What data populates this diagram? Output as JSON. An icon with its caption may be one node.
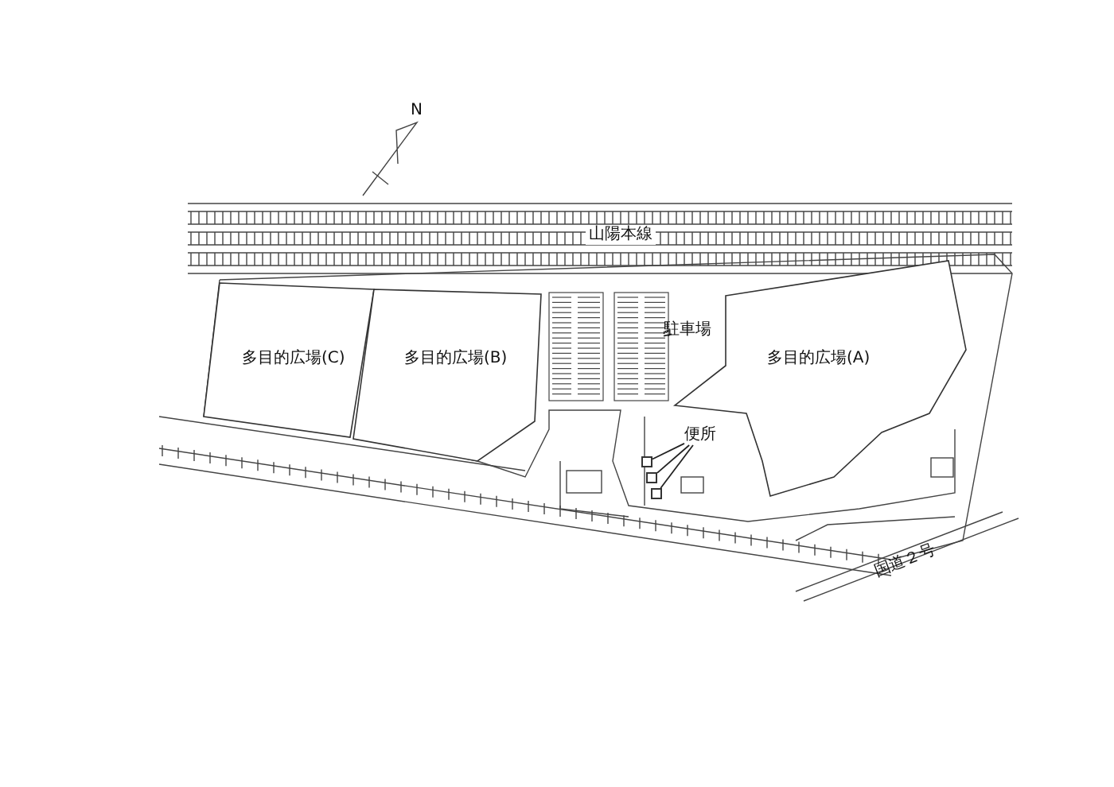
{
  "diagram": {
    "nodes": [
      {
        "text": [
          "多目的広場(C)"
        ]
      },
      {
        "text": [
          "多目的広場(B)"
        ]
      },
      {
        "text": [
          "駐車場"
        ]
      },
      {
        "text": [],
        "shape": "box"
      },
      {
        "text": [
          "多目的広場(A)"
        ]
      },
      {
        "text": [
          "便所"
        ]
      },
      {
        "text": [],
        "shape": "box"
      },
      {
        "text": [],
        "shape": "box"
      },
      {
        "text": [],
        "shape": "box"
      }
    ],
    "edges": [
      {
        "from": 2,
        "to": 3,
        "arrow": "none"
      },
      {
        "from": 5,
        "to": 6,
        "arrow": "none"
      },
      {
        "from": 5,
        "to": 7,
        "arrow": "none"
      },
      {
        "from": 5,
        "to": 8,
        "arrow": "none"
      }
    ],
    "labels": [
      "N",
      "山陽本線",
      "国道２号"
    ]
  }
}
